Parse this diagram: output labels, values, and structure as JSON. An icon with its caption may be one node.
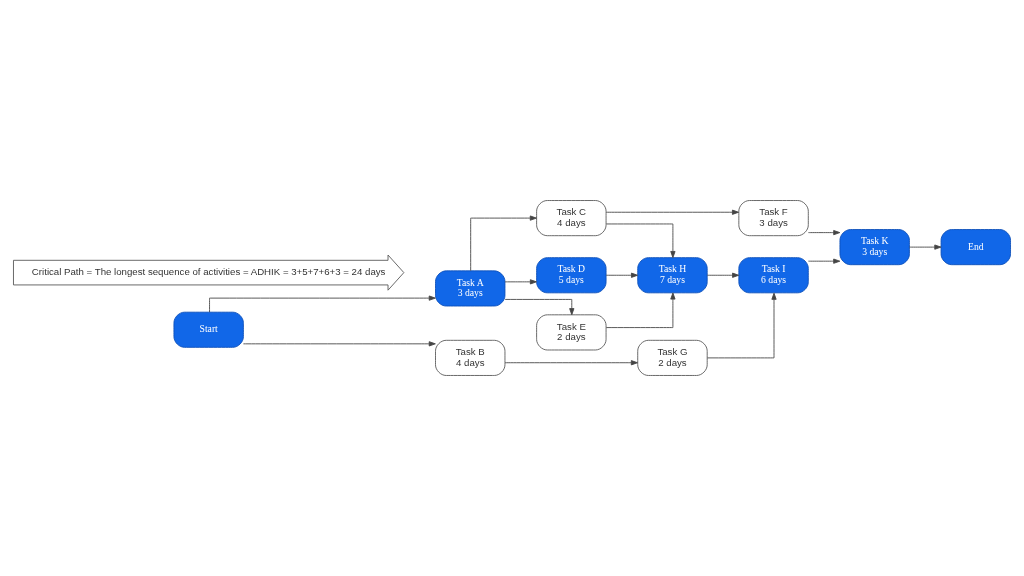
{
  "diagram": {
    "nodes": [
      {
        "text": [
          "Start"
        ]
      },
      {
        "text": [
          "Task A",
          "3 days"
        ]
      },
      {
        "text": [
          "Task B",
          "4 days"
        ]
      },
      {
        "text": [
          "Task C",
          "4 days"
        ]
      },
      {
        "text": [
          "Task D",
          "5 days"
        ]
      },
      {
        "text": [
          "Task E",
          "2 days"
        ]
      },
      {
        "text": [
          "Task F",
          "3 days"
        ]
      },
      {
        "text": [
          "Task G",
          "2 days"
        ]
      },
      {
        "text": [
          "Task H",
          "7 days"
        ]
      },
      {
        "text": [
          "Task I",
          "6 days"
        ]
      },
      {
        "text": [
          "Task K",
          "3 days"
        ]
      },
      {
        "text": [
          "End"
        ]
      },
      {
        "text": [
          "Critical Path = The longest sequence of activities = ADHIK = 3+5+7+6+3 = 24 days"
        ]
      }
    ],
    "edges": [
      {
        "from": 0,
        "to": 1,
        "arrow": "to"
      },
      {
        "from": 0,
        "to": 2,
        "arrow": "to"
      },
      {
        "from": 1,
        "to": 3,
        "arrow": "to"
      },
      {
        "from": 1,
        "to": 4,
        "arrow": "to"
      },
      {
        "from": 1,
        "to": 5,
        "arrow": "to"
      },
      {
        "from": 3,
        "to": 6,
        "arrow": "to"
      },
      {
        "from": 3,
        "to": 8,
        "arrow": "to"
      },
      {
        "from": 4,
        "to": 8,
        "arrow": "to"
      },
      {
        "from": 5,
        "to": 8,
        "arrow": "to"
      },
      {
        "from": 6,
        "to": 10,
        "arrow": "to"
      },
      {
        "from": 8,
        "to": 9,
        "arrow": "to"
      },
      {
        "from": 2,
        "to": 7,
        "arrow": "to"
      },
      {
        "from": 7,
        "to": 9,
        "arrow": "to"
      },
      {
        "from": 9,
        "to": 10,
        "arrow": "to"
      },
      {
        "from": 10,
        "to": 11,
        "arrow": "to"
      }
    ]
  }
}
